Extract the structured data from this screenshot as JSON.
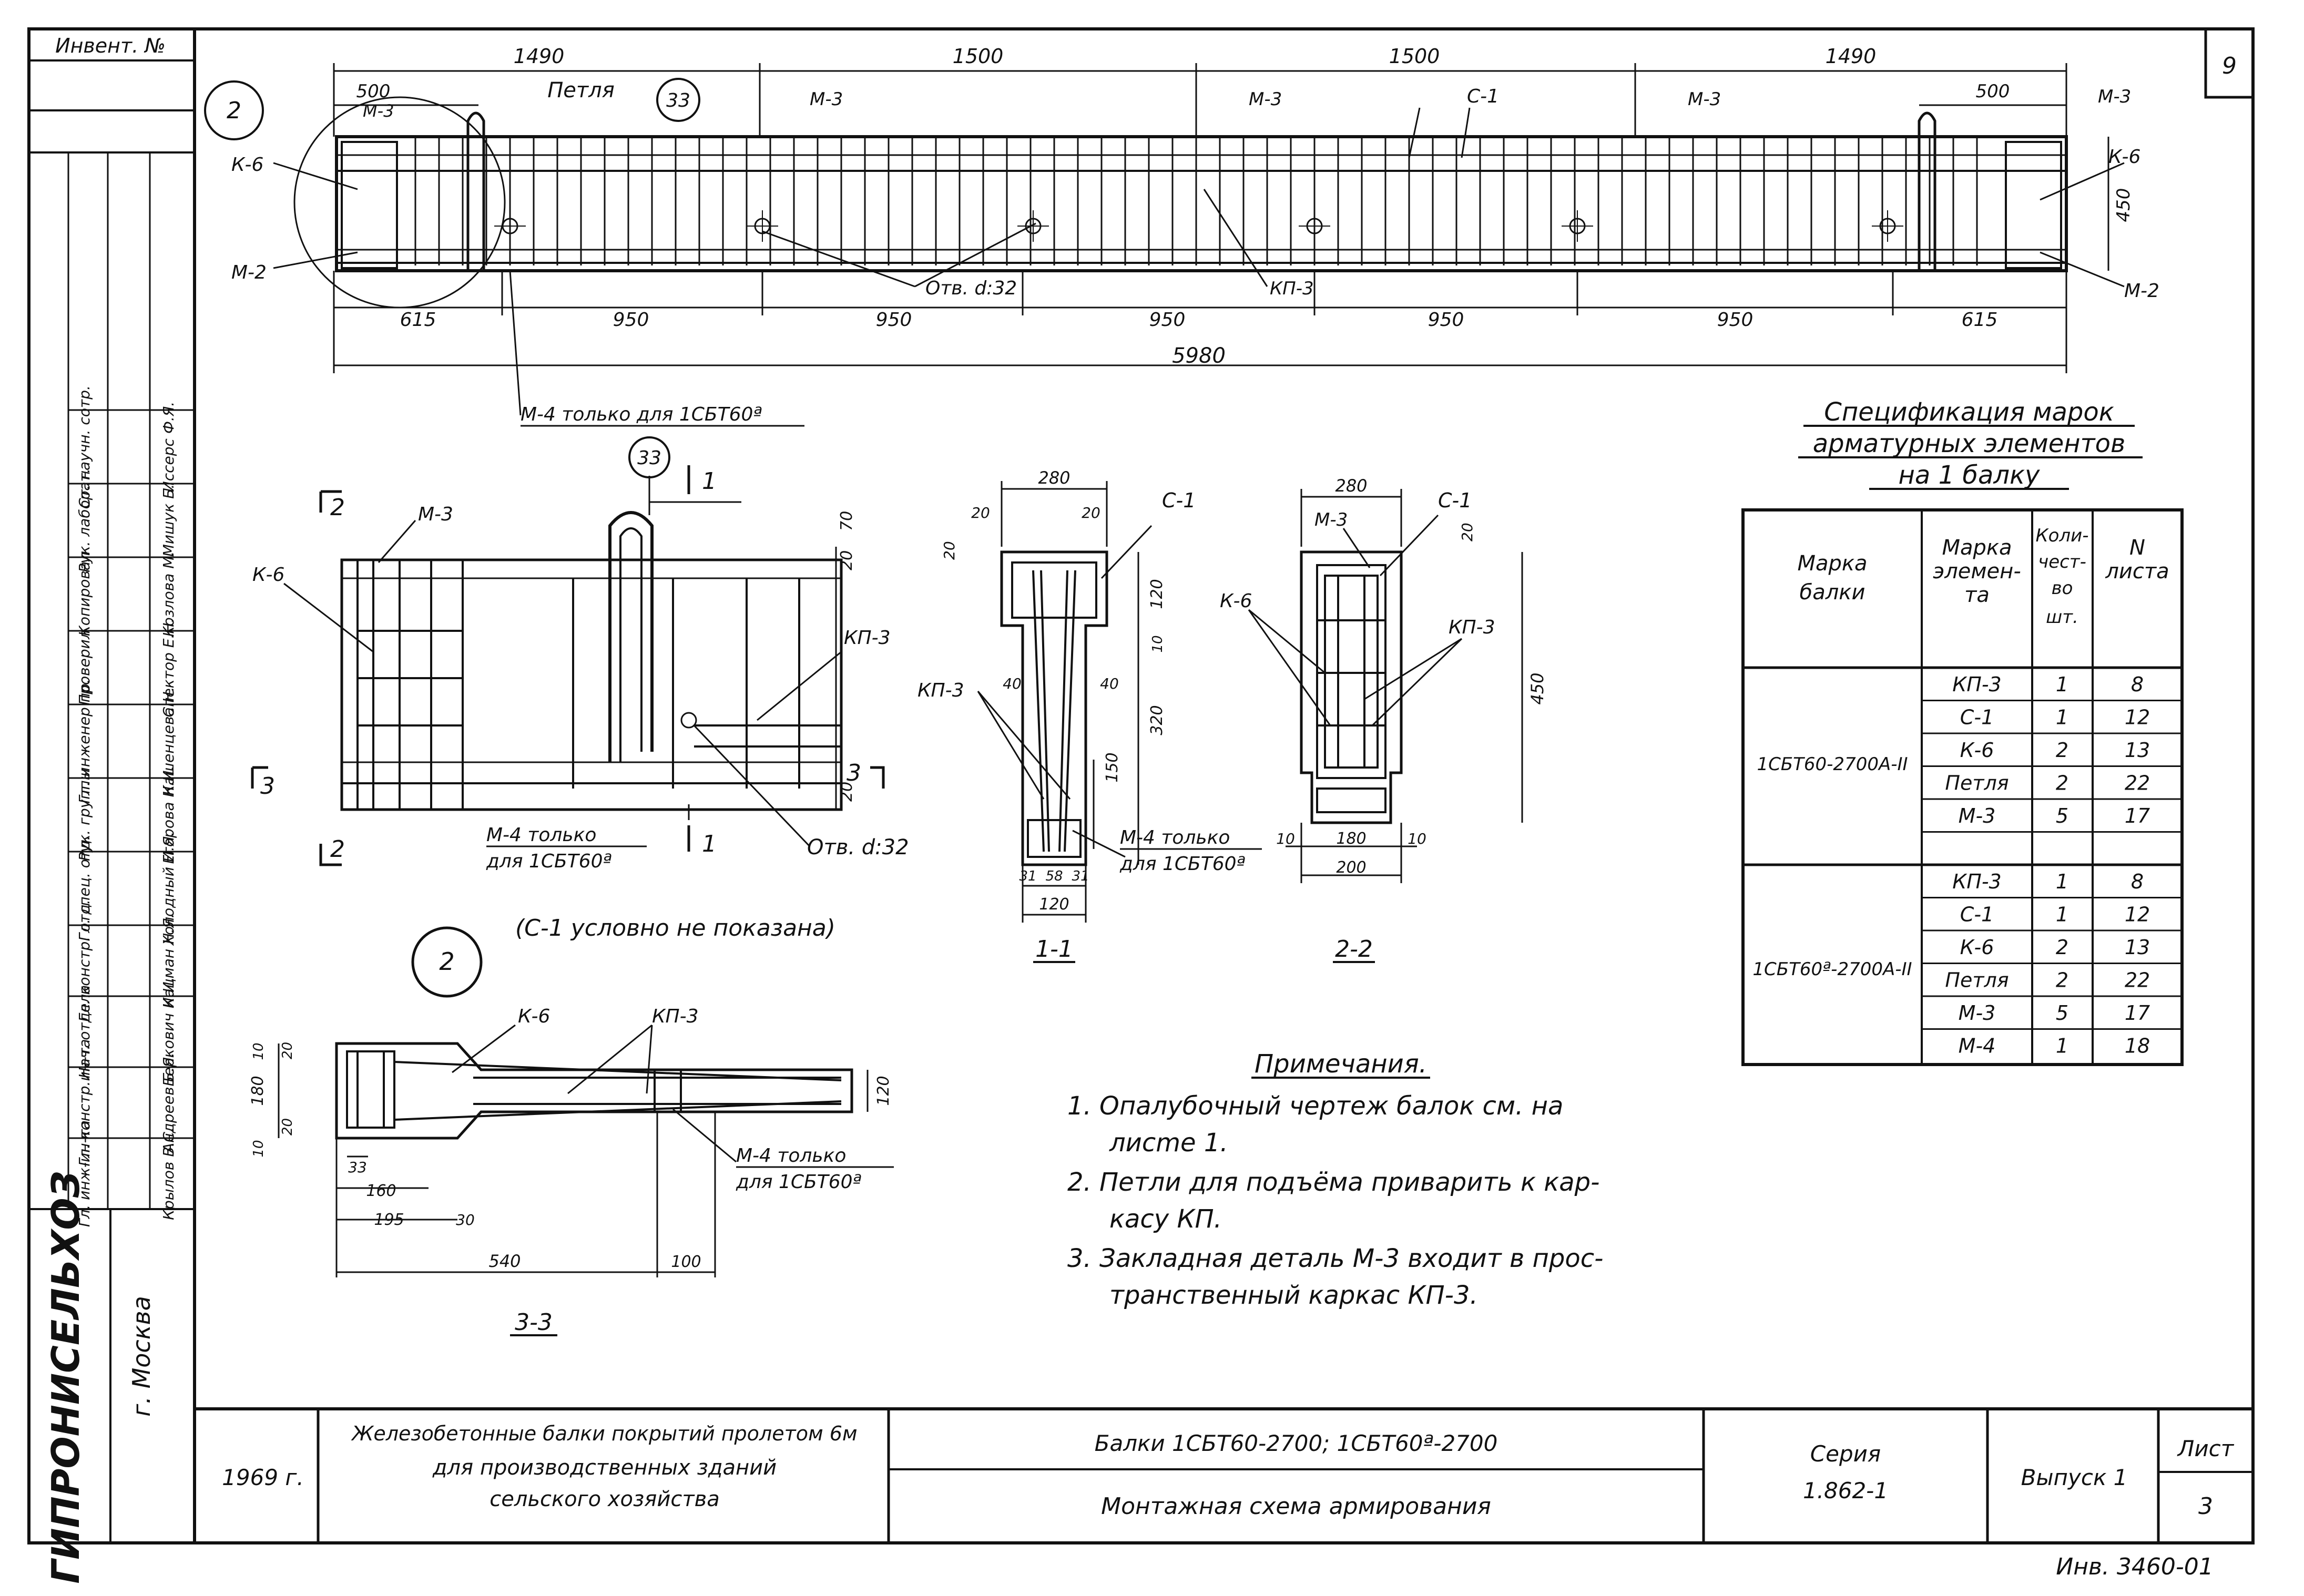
{
  "sheet": {
    "inventory_label": "Инвент. №",
    "page_number": "9",
    "bottom_stamp": "Инв. 3460-01"
  },
  "left_stamp": {
    "org": "ГИПРОНИСЕЛЬХОЗ",
    "city": "г. Москва",
    "roles": [
      "Гл. инж-ин-та",
      "Гл. констр.ин-та",
      "Нач. отдела",
      "Гл. констр. отд.",
      "Гл. спец. отд.",
      "Рук. группы",
      "Гл. инженер пр.",
      "Проверил",
      "Копировал",
      "Рук. лаборат.",
      "Ст. научн. сотр."
    ],
    "names": [
      "Крылов В.С.",
      "Андреев Б.Я.",
      "Беркович И.И.",
      "Кацман Н.Я.",
      "Холодный И.Я.",
      "Егорова Н.И.",
      "Кашенцева Н.",
      "Спектор Е.Н.",
      "Козлова М.",
      "Мишук Б.",
      "Иссерс Ф.Я."
    ]
  },
  "title_block": {
    "year": "1969 г.",
    "project": [
      "Железобетонные балки покрытий пролетом 6м",
      "для производственных зданий",
      "сельского хозяйства"
    ],
    "beams": "Балки 1СБТ60-2700; 1СБТ60ª-2700",
    "drawing": "Монтажная схема армирования",
    "series_label": "Серия",
    "series_value": "1.862-1",
    "issue": "Выпуск 1",
    "sheet_label": "Лист",
    "sheet_value": "3"
  },
  "main_view": {
    "top_dims": [
      "1490",
      "1500",
      "1500",
      "1490"
    ],
    "dim_500_left": "500",
    "dim_500_right": "500",
    "bottom_dims": [
      "615",
      "950",
      "950",
      "950",
      "950",
      "950",
      "615"
    ],
    "total": "5980",
    "height": "450",
    "callout": "2",
    "loop_label": "Петля",
    "loop_ref": "33",
    "labels": [
      "М-3",
      "М-3",
      "М-3",
      "М-3",
      "М-3",
      "С-1",
      "К-6",
      "К-6",
      "М-2",
      "М-2",
      "КП-3",
      "Отв. d:32"
    ],
    "note_m4": "М-4 только для 1СБТ60ª"
  },
  "detail_view": {
    "ref": "33",
    "section_marks": [
      "1",
      "1",
      "2",
      "2",
      "3",
      "3"
    ],
    "dims": [
      "70",
      "20",
      "20"
    ],
    "labels": [
      "М-3",
      "К-6",
      "КП-3",
      "Отв. d:32"
    ],
    "note_m4": [
      "М-4 только",
      "для 1СБТ60ª"
    ]
  },
  "section_1": {
    "title": "1-1",
    "dims": [
      "280",
      "20",
      "20",
      "20",
      "120",
      "10",
      "320",
      "150",
      "40",
      "40",
      "31",
      "58",
      "31",
      "120"
    ],
    "labels": [
      "С-1",
      "КП-3"
    ],
    "note_m4": [
      "М-4 только",
      "для 1СБТ60ª"
    ]
  },
  "section_2": {
    "title": "2-2",
    "dims": [
      "280",
      "20",
      "450",
      "10",
      "180",
      "10",
      "200"
    ],
    "labels": [
      "М-3",
      "С-1",
      "К-6",
      "КП-3"
    ]
  },
  "section_3": {
    "title": "3-3",
    "callout": "2",
    "note": "(С-1 условно не показана)",
    "dims": [
      "20",
      "180",
      "10",
      "20",
      "120",
      "33",
      "160",
      "195",
      "30",
      "540",
      "100",
      "10"
    ],
    "labels": [
      "К-6",
      "КП-3"
    ],
    "note_m4": [
      "М-4 только",
      "для 1СБТ60ª"
    ]
  },
  "spec": {
    "title": [
      "Спецификация марок",
      "арматурных элементов",
      "на 1 балку"
    ],
    "headers": [
      "Марка балки",
      "Марка элемен-та",
      "Коли-чест-во шт.",
      "N листа"
    ],
    "groups": [
      {
        "beam": "1СБТ60-2700А-II",
        "rows": [
          [
            "КП-3",
            "1",
            "8"
          ],
          [
            "С-1",
            "1",
            "12"
          ],
          [
            "К-6",
            "2",
            "13"
          ],
          [
            "Петля",
            "2",
            "22"
          ],
          [
            "М-3",
            "5",
            "17"
          ],
          [
            "",
            "",
            ""
          ]
        ]
      },
      {
        "beam": "1СБТ60ª-2700А-II",
        "rows": [
          [
            "КП-3",
            "1",
            "8"
          ],
          [
            "С-1",
            "1",
            "12"
          ],
          [
            "К-6",
            "2",
            "13"
          ],
          [
            "Петля",
            "2",
            "22"
          ],
          [
            "М-3",
            "5",
            "17"
          ],
          [
            "М-4",
            "1",
            "18"
          ]
        ]
      }
    ]
  },
  "notes": {
    "title": "Примечания.",
    "lines": [
      "1.  Опалубочный  чертеж  балок  см. на",
      "лисmе 1.",
      "2.  Петли  для  подъёма  приварить  к  кар-",
      "касу  КП.",
      "3.  Закладная  деталь  М-3  входит  в  прос-",
      "транственный  каркас  КП-3."
    ]
  }
}
